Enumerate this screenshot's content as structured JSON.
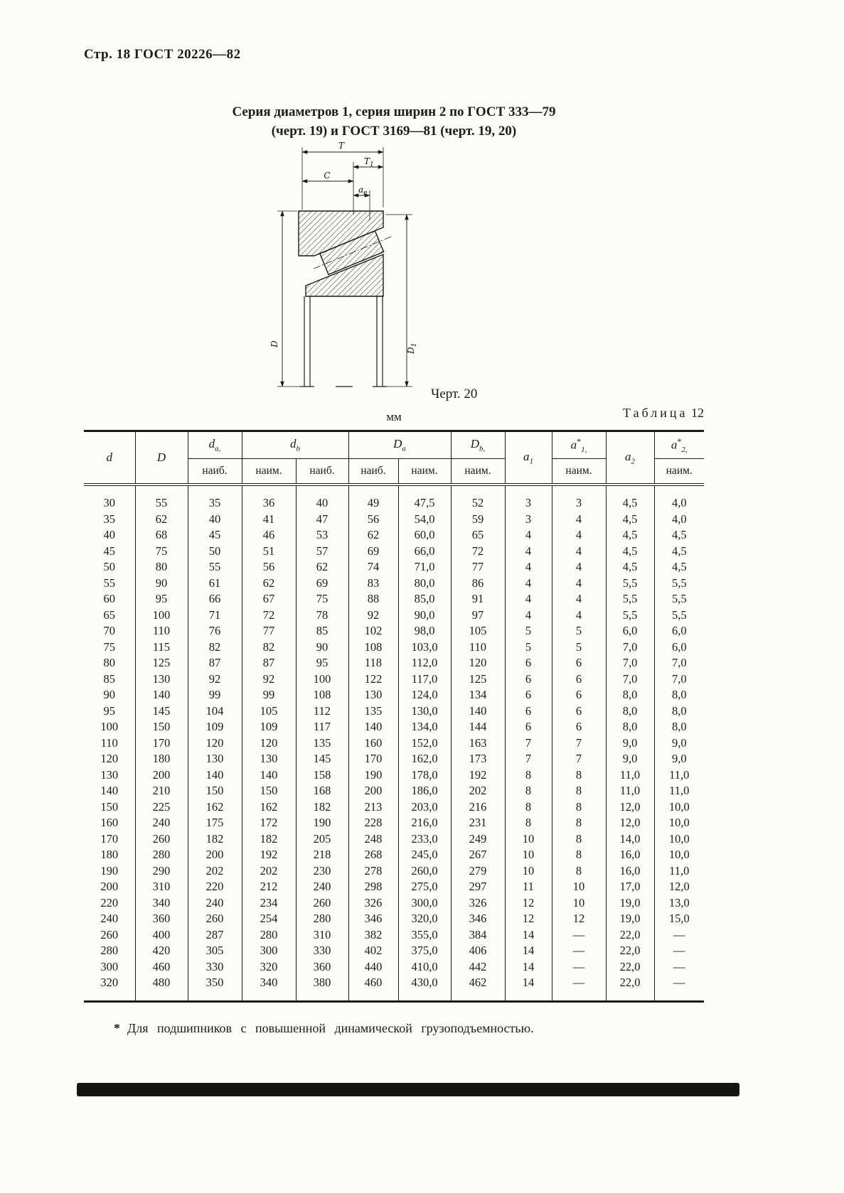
{
  "page": {
    "header": "Стр. 18 ГОСТ 20226—82",
    "title_line1": "Серия диаметров 1, серия ширин 2 по ГОСТ 333—79",
    "title_line2": "(черт. 19) и ГОСТ 3169—81 (черт. 19, 20)",
    "figure_caption": "Черт. 20",
    "units_label": "мм",
    "table_caption_word": "Таблица",
    "table_caption_num": "12",
    "footnote_marker": "*",
    "footnote_text": "Для подшипников с повышенной динамической грузоподъемностью."
  },
  "drawing": {
    "dim_T": "T",
    "dim_T1_base": "T",
    "dim_T1_sub": "1",
    "dim_C": "C",
    "dim_ae_base": "a",
    "dim_ae_sub": "e",
    "dim_D": "D",
    "dim_D1_base": "D",
    "dim_D1_sub": "1"
  },
  "table": {
    "header": {
      "d": "d",
      "D": "D",
      "da_base": "d",
      "da_sub": "a,",
      "da_row2": "наиб.",
      "db_base": "d",
      "db_sub": "b",
      "db_min": "наим.",
      "db_max": "наиб.",
      "Da_base": "D",
      "Da_sub": "a",
      "Da_max": "наиб.",
      "Da_min": "наим.",
      "Db_base": "D",
      "Db_sub": "b,",
      "Db_row2": "наим.",
      "a1_base": "a",
      "a1_sub": "1",
      "a1s_base": "a",
      "a1s_sup": "*",
      "a1s_sub": "1,",
      "a1s_row2": "наим.",
      "a2_base": "a",
      "a2_sub": "2",
      "a2s_base": "a",
      "a2s_sup": "*",
      "a2s_sub": "2,",
      "a2s_row2": "наим."
    },
    "rows": [
      [
        "30",
        "55",
        "35",
        "36",
        "40",
        "49",
        "47,5",
        "52",
        "3",
        "3",
        "4,5",
        "4,0"
      ],
      [
        "35",
        "62",
        "40",
        "41",
        "47",
        "56",
        "54,0",
        "59",
        "3",
        "4",
        "4,5",
        "4,0"
      ],
      [
        "40",
        "68",
        "45",
        "46",
        "53",
        "62",
        "60,0",
        "65",
        "4",
        "4",
        "4,5",
        "4,5"
      ],
      [
        "45",
        "75",
        "50",
        "51",
        "57",
        "69",
        "66,0",
        "72",
        "4",
        "4",
        "4,5",
        "4,5"
      ],
      [
        "50",
        "80",
        "55",
        "56",
        "62",
        "74",
        "71,0",
        "77",
        "4",
        "4",
        "4,5",
        "4,5"
      ],
      [
        "55",
        "90",
        "61",
        "62",
        "69",
        "83",
        "80,0",
        "86",
        "4",
        "4",
        "5,5",
        "5,5"
      ],
      [
        "60",
        "95",
        "66",
        "67",
        "75",
        "88",
        "85,0",
        "91",
        "4",
        "4",
        "5,5",
        "5,5"
      ],
      [
        "65",
        "100",
        "71",
        "72",
        "78",
        "92",
        "90,0",
        "97",
        "4",
        "4",
        "5,5",
        "5,5"
      ],
      [
        "70",
        "110",
        "76",
        "77",
        "85",
        "102",
        "98,0",
        "105",
        "5",
        "5",
        "6,0",
        "6,0"
      ],
      [
        "75",
        "115",
        "82",
        "82",
        "90",
        "108",
        "103,0",
        "110",
        "5",
        "5",
        "7,0",
        "6,0"
      ],
      [
        "80",
        "125",
        "87",
        "87",
        "95",
        "118",
        "112,0",
        "120",
        "6",
        "6",
        "7,0",
        "7,0"
      ],
      [
        "85",
        "130",
        "92",
        "92",
        "100",
        "122",
        "117,0",
        "125",
        "6",
        "6",
        "7,0",
        "7,0"
      ],
      [
        "90",
        "140",
        "99",
        "99",
        "108",
        "130",
        "124,0",
        "134",
        "6",
        "6",
        "8,0",
        "8,0"
      ],
      [
        "95",
        "145",
        "104",
        "105",
        "112",
        "135",
        "130,0",
        "140",
        "6",
        "6",
        "8,0",
        "8,0"
      ],
      [
        "100",
        "150",
        "109",
        "109",
        "117",
        "140",
        "134,0",
        "144",
        "6",
        "6",
        "8,0",
        "8,0"
      ],
      [
        "110",
        "170",
        "120",
        "120",
        "135",
        "160",
        "152,0",
        "163",
        "7",
        "7",
        "9,0",
        "9,0"
      ],
      [
        "120",
        "180",
        "130",
        "130",
        "145",
        "170",
        "162,0",
        "173",
        "7",
        "7",
        "9,0",
        "9,0"
      ],
      [
        "130",
        "200",
        "140",
        "140",
        "158",
        "190",
        "178,0",
        "192",
        "8",
        "8",
        "11,0",
        "11,0"
      ],
      [
        "140",
        "210",
        "150",
        "150",
        "168",
        "200",
        "186,0",
        "202",
        "8",
        "8",
        "11,0",
        "11,0"
      ],
      [
        "150",
        "225",
        "162",
        "162",
        "182",
        "213",
        "203,0",
        "216",
        "8",
        "8",
        "12,0",
        "10,0"
      ],
      [
        "160",
        "240",
        "175",
        "172",
        "190",
        "228",
        "216,0",
        "231",
        "8",
        "8",
        "12,0",
        "10,0"
      ],
      [
        "170",
        "260",
        "182",
        "182",
        "205",
        "248",
        "233,0",
        "249",
        "10",
        "8",
        "14,0",
        "10,0"
      ],
      [
        "180",
        "280",
        "200",
        "192",
        "218",
        "268",
        "245,0",
        "267",
        "10",
        "8",
        "16,0",
        "10,0"
      ],
      [
        "190",
        "290",
        "202",
        "202",
        "230",
        "278",
        "260,0",
        "279",
        "10",
        "8",
        "16,0",
        "11,0"
      ],
      [
        "200",
        "310",
        "220",
        "212",
        "240",
        "298",
        "275,0",
        "297",
        "11",
        "10",
        "17,0",
        "12,0"
      ],
      [
        "220",
        "340",
        "240",
        "234",
        "260",
        "326",
        "300,0",
        "326",
        "12",
        "10",
        "19,0",
        "13,0"
      ],
      [
        "240",
        "360",
        "260",
        "254",
        "280",
        "346",
        "320,0",
        "346",
        "12",
        "12",
        "19,0",
        "15,0"
      ],
      [
        "260",
        "400",
        "287",
        "280",
        "310",
        "382",
        "355,0",
        "384",
        "14",
        "—",
        "22,0",
        "—"
      ],
      [
        "280",
        "420",
        "305",
        "300",
        "330",
        "402",
        "375,0",
        "406",
        "14",
        "—",
        "22,0",
        "—"
      ],
      [
        "300",
        "460",
        "330",
        "320",
        "360",
        "440",
        "410,0",
        "442",
        "14",
        "—",
        "22,0",
        "—"
      ],
      [
        "320",
        "480",
        "350",
        "340",
        "380",
        "460",
        "430,0",
        "462",
        "14",
        "—",
        "22,0",
        "—"
      ]
    ]
  }
}
